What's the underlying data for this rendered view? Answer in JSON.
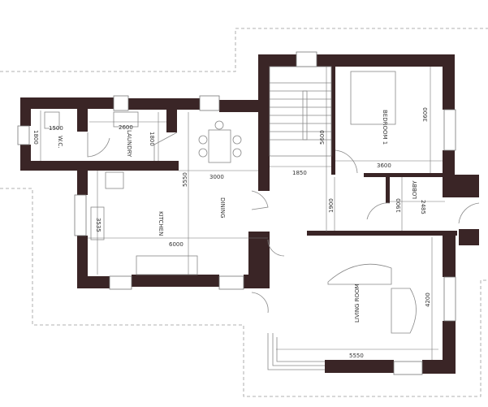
{
  "rooms": {
    "wc": "W.C.",
    "laundry": "LAUNDRY",
    "kitchen": "KITCHEN",
    "dining": "DINING",
    "bedroom": "BEDROOM 1",
    "lobby": "LOBBY",
    "living": "LIVING ROOM"
  },
  "dimensions": {
    "wc_height": "1800",
    "wc_width": "1500",
    "laundry_width": "2600",
    "laundry_height": "1800",
    "dining_height": "5550",
    "dining_width": "3000",
    "kitchen_bench": "3535",
    "kitchen_width": "6000",
    "stair_height": "5600",
    "stair_width": "1850",
    "bedroom_width": "3600",
    "bedroom_height": "3600",
    "hall_height": "1900",
    "lobby_height": "1900",
    "lobby_width": "2485",
    "living_height": "4200",
    "living_width": "5550"
  },
  "colors": {
    "wall": "#3a2526"
  }
}
